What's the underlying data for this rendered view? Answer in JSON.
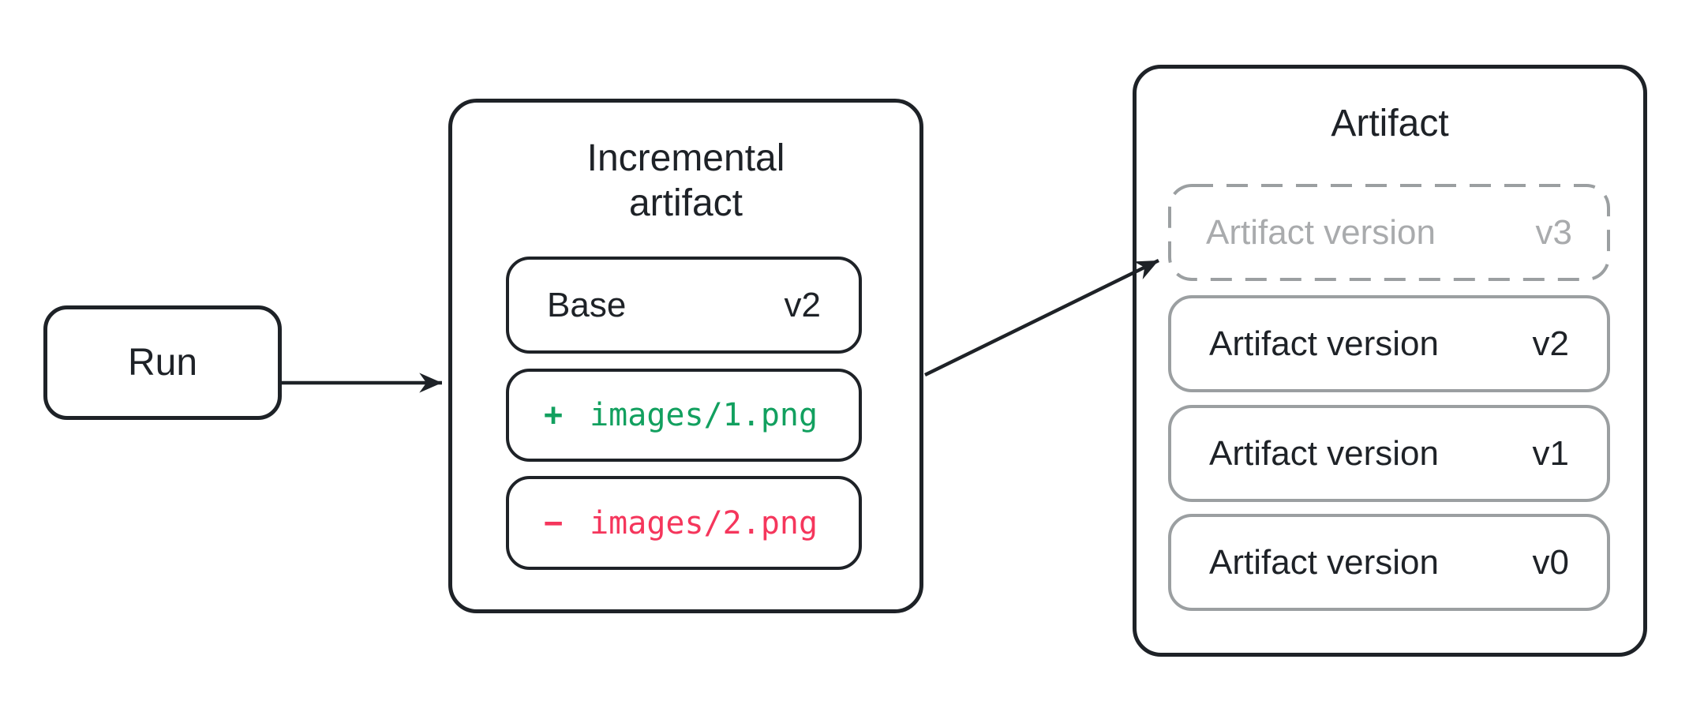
{
  "diagram": {
    "run": {
      "label": "Run"
    },
    "incremental": {
      "title_line1": "Incremental",
      "title_line2": "artifact",
      "base": {
        "label": "Base",
        "version": "v2"
      },
      "added_file": {
        "sign": "+",
        "path": "images/1.png"
      },
      "removed_file": {
        "sign": "−",
        "path": "images/2.png"
      }
    },
    "artifact": {
      "title": "Artifact",
      "versions": [
        {
          "label": "Artifact version",
          "version": "v3",
          "state": "pending"
        },
        {
          "label": "Artifact version",
          "version": "v2",
          "state": "committed"
        },
        {
          "label": "Artifact version",
          "version": "v1",
          "state": "committed"
        },
        {
          "label": "Artifact version",
          "version": "v0",
          "state": "committed"
        }
      ]
    },
    "colors": {
      "ink": "#1e2227",
      "gray_border": "#9b9fa1",
      "gray_text": "#a9abad",
      "added_green": "#12a05f",
      "removed_red": "#f5365c"
    }
  }
}
